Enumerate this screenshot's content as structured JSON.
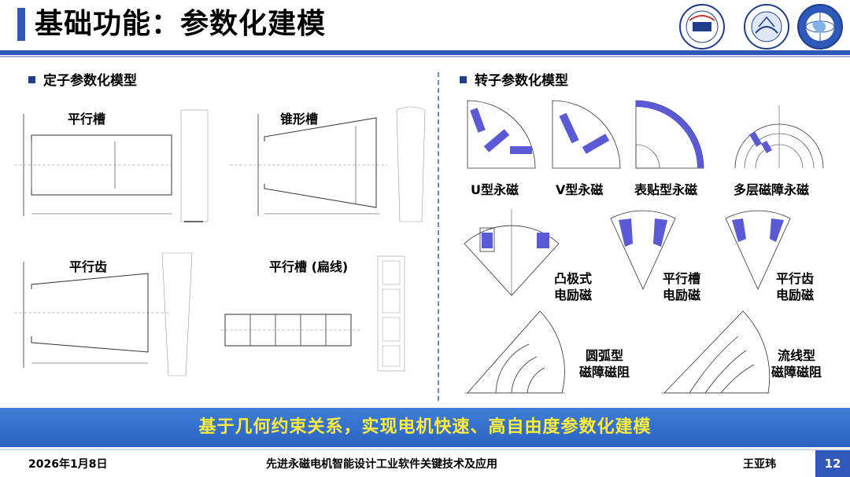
{
  "header": {
    "title": "基础功能：参数化建模"
  },
  "sections": {
    "stator": "定子参数化模型",
    "rotor": "转子参数化模型"
  },
  "stator_figs": {
    "parallel_slot": "平行槽",
    "tapered_slot": "锥形槽",
    "parallel_tooth": "平行齿",
    "flat_wire_slot": "平行槽 (扁线)"
  },
  "rotor_figs": {
    "u_type": "U型永磁",
    "v_type": "V型永磁",
    "surface": "表贴型永磁",
    "multilayer": "多层磁障永磁",
    "salient": "凸极式\n电励磁",
    "parallel_slot_exc": "平行槽\n电励磁",
    "parallel_tooth_exc": "平行齿\n电励磁",
    "arc_barrier": "圆弧型\n磁障磁阻",
    "streamline_barrier": "流线型\n磁障磁阻"
  },
  "banner": {
    "text": "基于几何约束关系，实现电机快速、高自由度参数化建模"
  },
  "footer": {
    "date": "2026年1月8日",
    "center": "先进永磁电机智能设计工业软件关键技术及应用",
    "author": "王亚玮",
    "page": "12"
  },
  "colors": {
    "accent": "#2e59b8",
    "banner_text": "#ffeb3b",
    "magnet": "#5a5ad6"
  }
}
